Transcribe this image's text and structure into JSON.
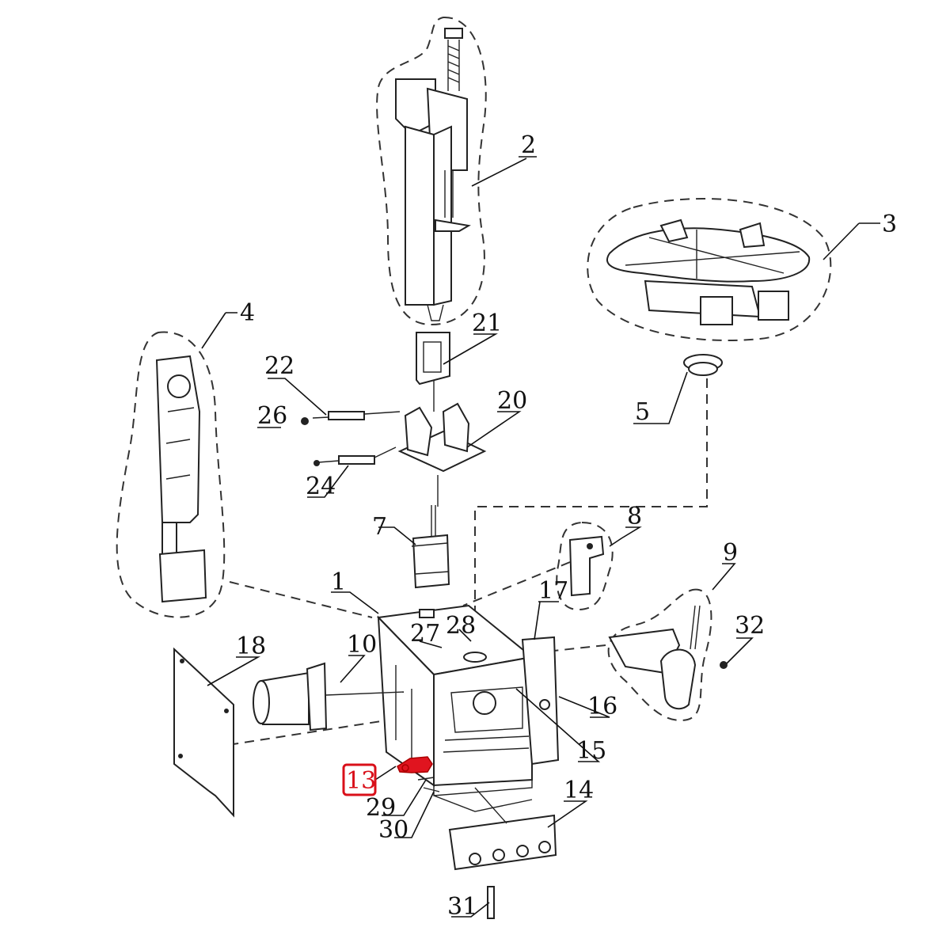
{
  "diagram": {
    "highlight_color": "#d9101a",
    "highlighted_callout": "13",
    "callouts": [
      {
        "id": "1",
        "label": "1"
      },
      {
        "id": "2",
        "label": "2"
      },
      {
        "id": "3",
        "label": "3"
      },
      {
        "id": "4",
        "label": "4"
      },
      {
        "id": "5",
        "label": "5"
      },
      {
        "id": "7",
        "label": "7"
      },
      {
        "id": "8",
        "label": "8"
      },
      {
        "id": "9",
        "label": "9"
      },
      {
        "id": "10",
        "label": "10"
      },
      {
        "id": "13",
        "label": "13"
      },
      {
        "id": "14",
        "label": "14"
      },
      {
        "id": "15",
        "label": "15"
      },
      {
        "id": "16",
        "label": "16"
      },
      {
        "id": "17",
        "label": "17"
      },
      {
        "id": "18",
        "label": "18"
      },
      {
        "id": "20",
        "label": "20"
      },
      {
        "id": "21",
        "label": "21"
      },
      {
        "id": "22",
        "label": "22"
      },
      {
        "id": "24",
        "label": "24"
      },
      {
        "id": "26",
        "label": "26"
      },
      {
        "id": "27",
        "label": "27"
      },
      {
        "id": "28",
        "label": "28"
      },
      {
        "id": "29",
        "label": "29"
      },
      {
        "id": "30",
        "label": "30"
      },
      {
        "id": "31",
        "label": "31"
      },
      {
        "id": "32",
        "label": "32"
      }
    ]
  }
}
